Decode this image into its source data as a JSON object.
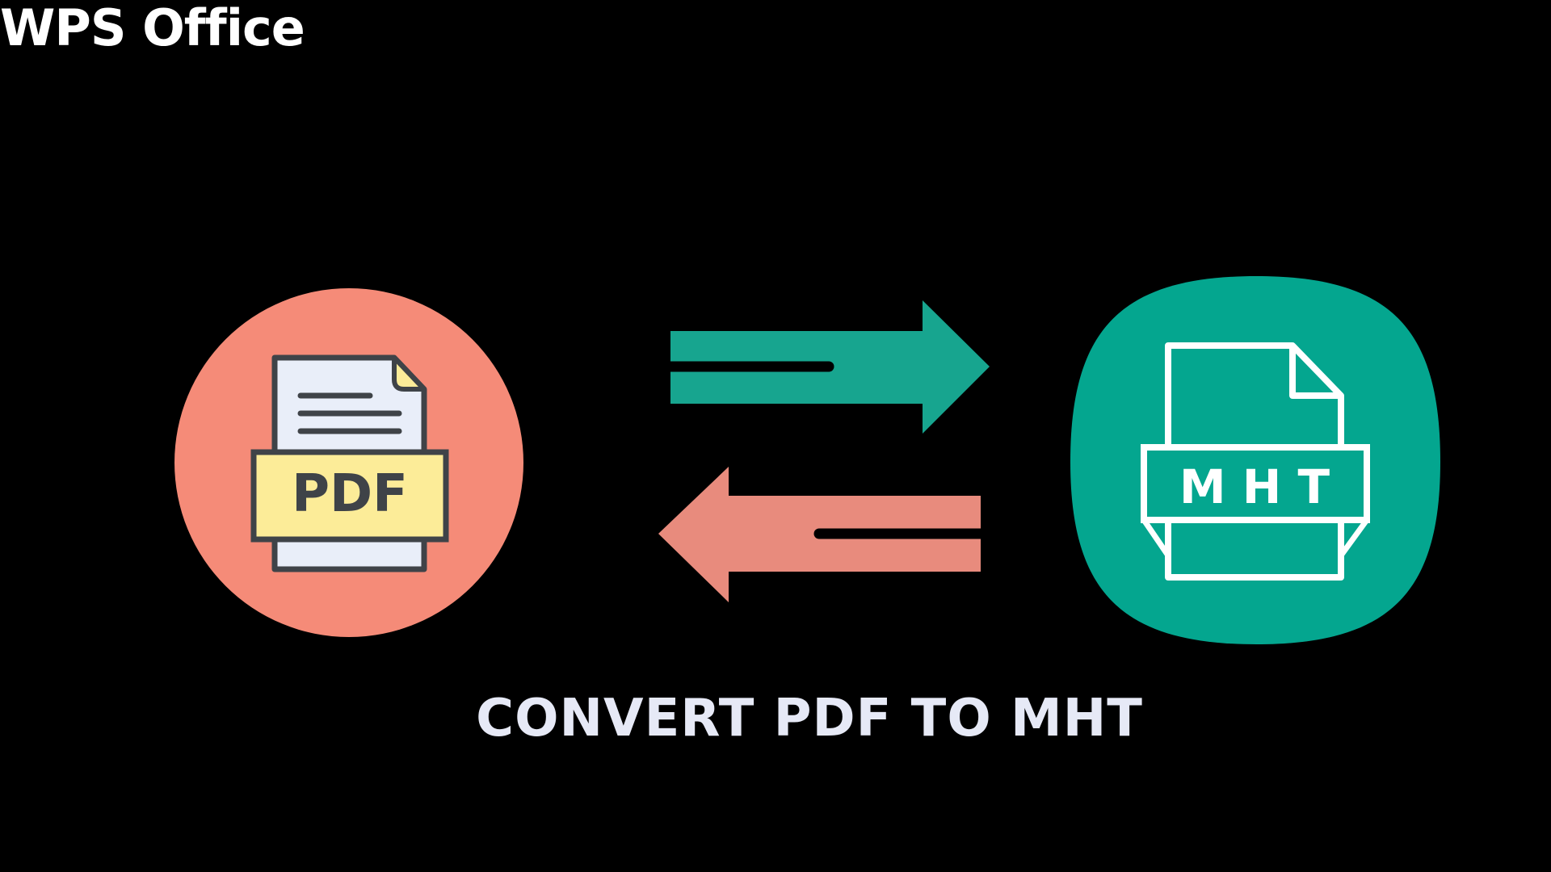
{
  "brand": {
    "name": "WPS Office"
  },
  "source_file": {
    "label": "PDF",
    "icon": "pdf-file-icon"
  },
  "target_file": {
    "label": "M H T",
    "icon": "mht-file-icon"
  },
  "arrows": {
    "forward_icon": "arrow-right-icon",
    "backward_icon": "arrow-left-icon"
  },
  "caption": {
    "text": "CONVERT PDF TO MHT"
  },
  "colors": {
    "background": "#000000",
    "pdf_accent": "#f58b78",
    "pdf_label_bg": "#fcec98",
    "mht_accent": "#04a68f",
    "arrow_forward": "#17a58f",
    "arrow_backward": "#e88b7d",
    "caption_text": "#e6e9f6",
    "brand_text": "#ffffff"
  }
}
